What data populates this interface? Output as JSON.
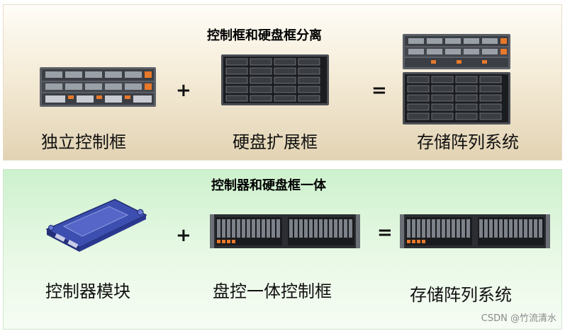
{
  "top": {
    "title": "控制框和硬盘框分离",
    "items": [
      {
        "label": "独立控制框"
      },
      {
        "label": "硬盘扩展框"
      },
      {
        "label": "存储阵列系统"
      }
    ],
    "plus": "+",
    "equals": "="
  },
  "bottom": {
    "title": "控制器和硬盘框一体",
    "items": [
      {
        "label": "控制器模块"
      },
      {
        "label": "盘控一体控制框"
      },
      {
        "label": "存储阵列系统"
      }
    ],
    "plus": "+",
    "equals": "="
  },
  "watermark": "CSDN @竹流清水",
  "colors": {
    "top_panel": "#f5ecd8",
    "bottom_panel": "#e9f9e6",
    "drive_orange": "#e8782a",
    "module_blue": "#3c4fb0"
  }
}
